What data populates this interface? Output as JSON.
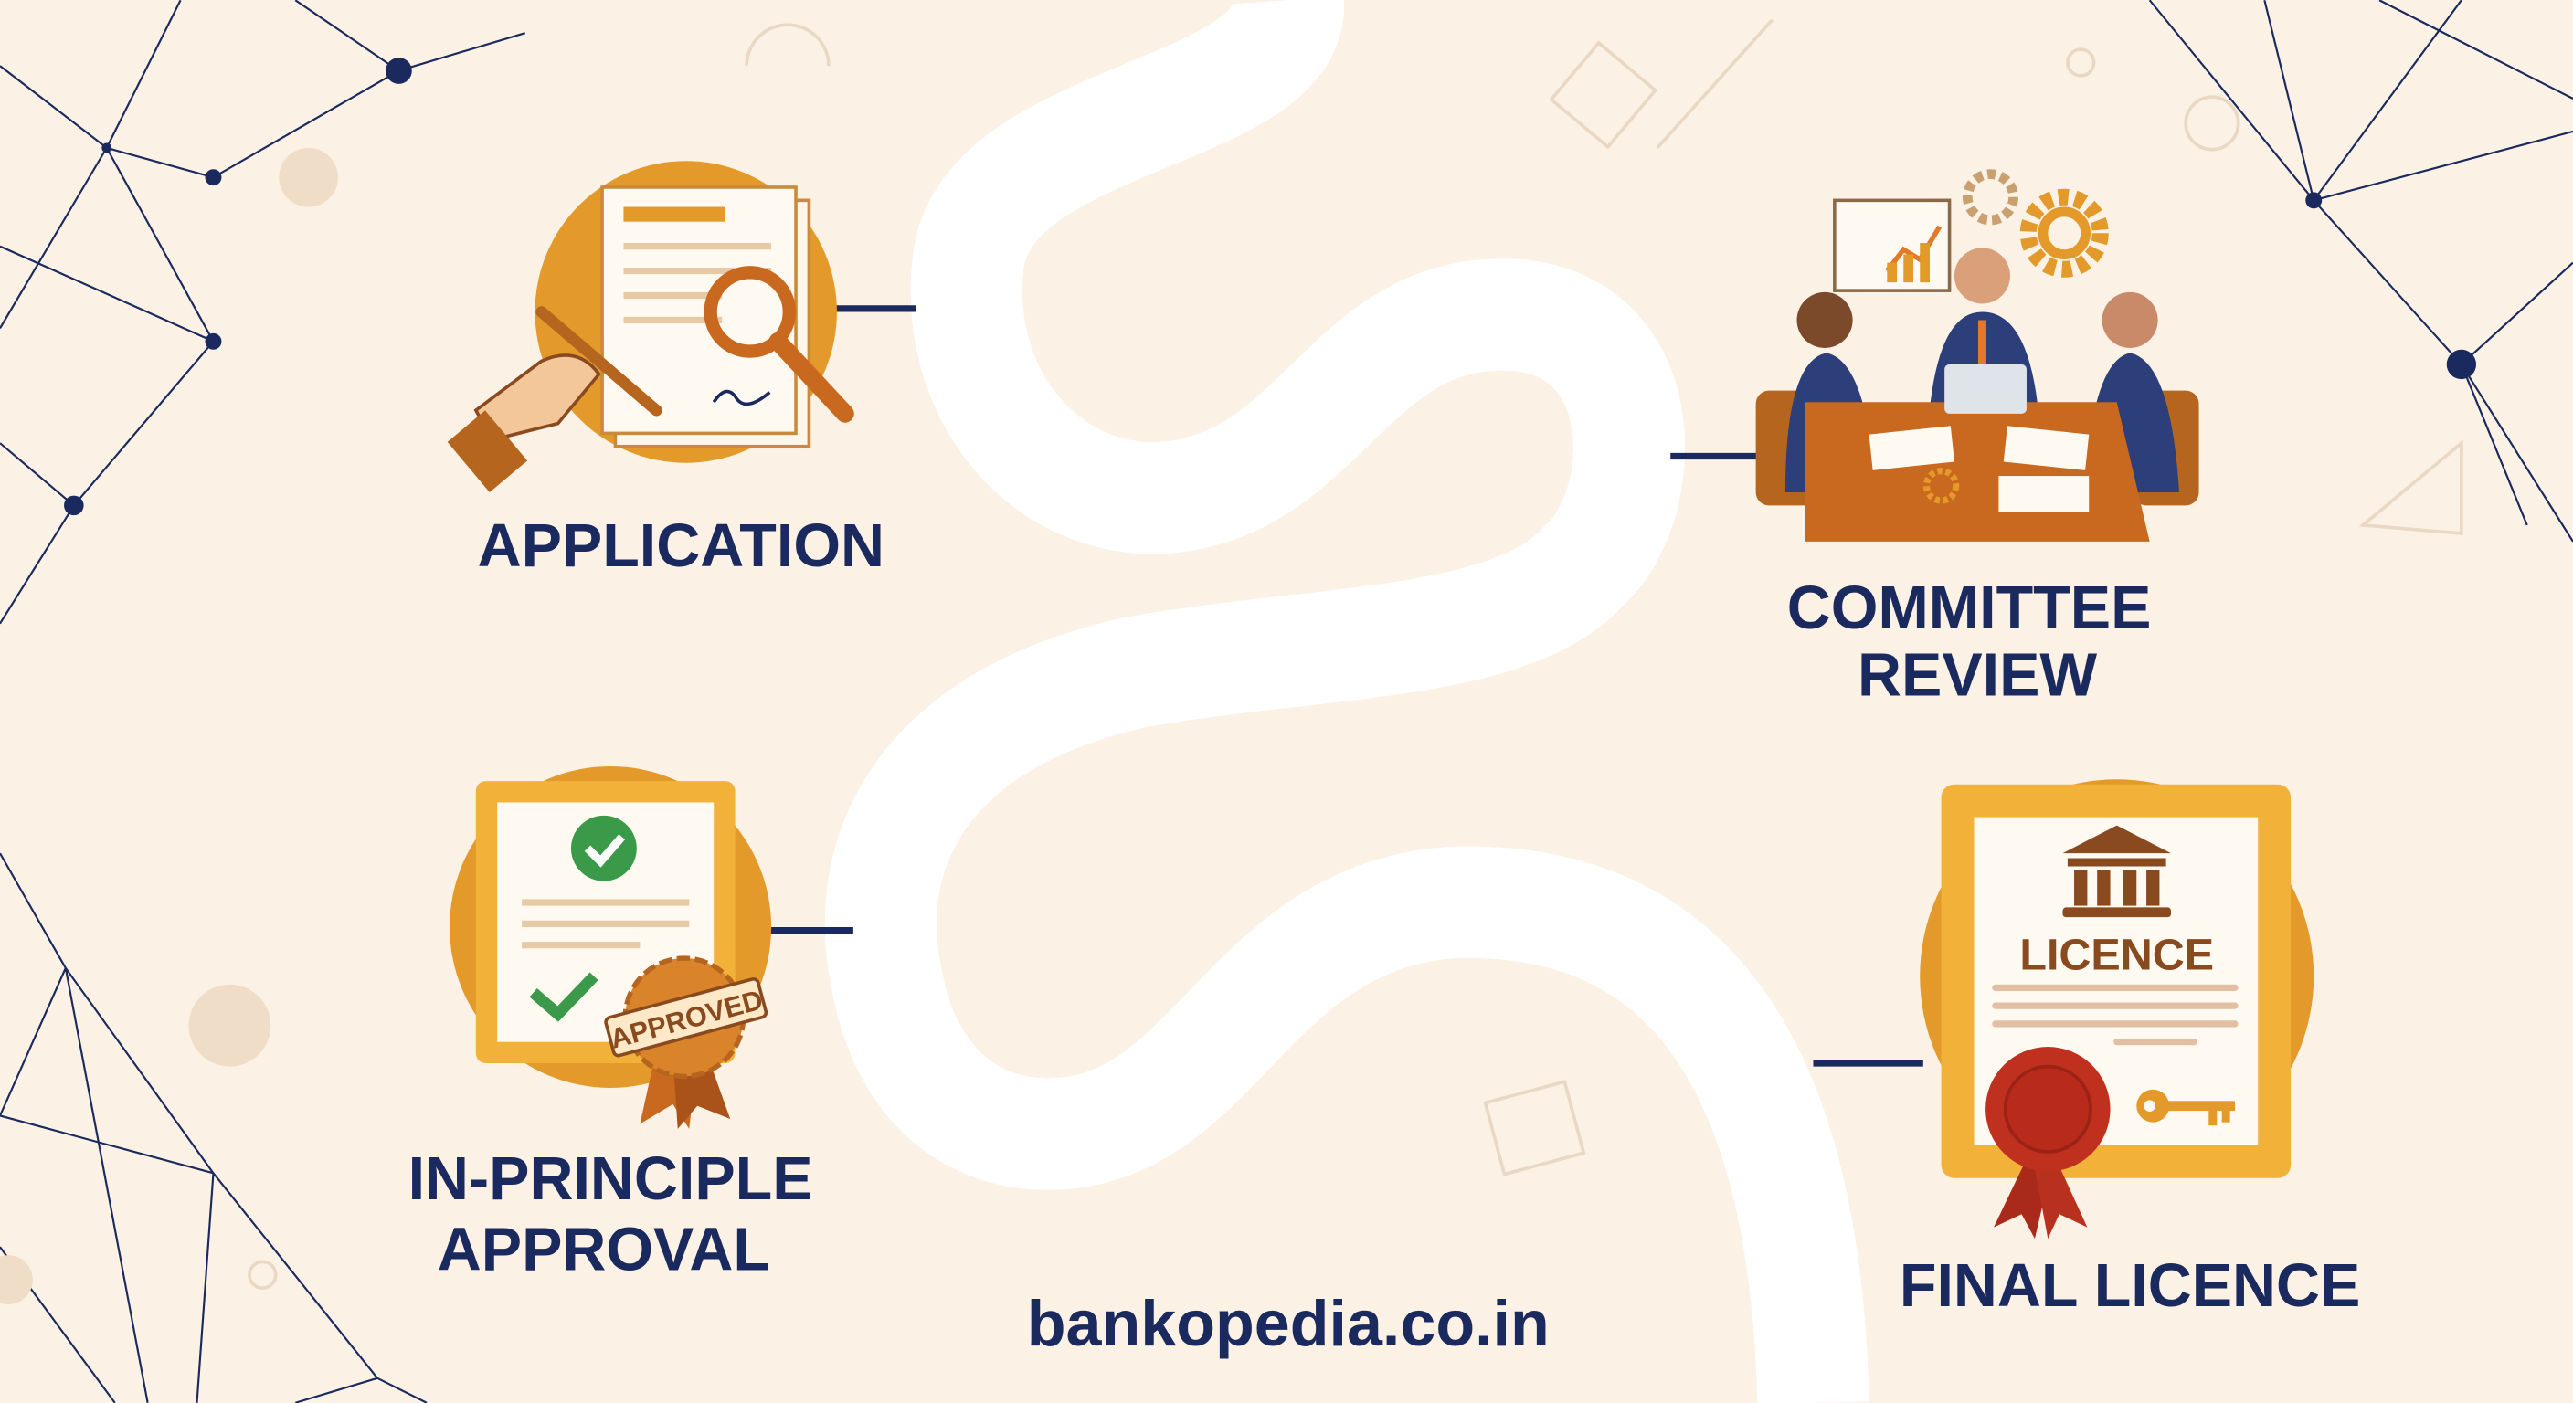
{
  "steps": [
    {
      "label": "APPLICATION",
      "icon": "application-document-icon"
    },
    {
      "label_line1": "COMMITTEE",
      "label_line2": "REVIEW",
      "icon": "committee-meeting-icon"
    },
    {
      "label_line1": "IN-PRINCIPLE",
      "label_line2": "APPROVAL",
      "icon": "approved-certificate-icon",
      "stamp_text": "APPROVED"
    },
    {
      "label": "FINAL LICENCE",
      "icon": "licence-certificate-icon",
      "certificate_title": "LICENCE"
    }
  ],
  "footer": {
    "website": "bankopedia.co.in"
  },
  "colors": {
    "background": "#fbf1e4",
    "navy": "#1b2a5e",
    "orange": "#e39a2a",
    "brown": "#8a4a1f",
    "seal_red": "#c0301f",
    "check_green": "#3a9a4a"
  }
}
